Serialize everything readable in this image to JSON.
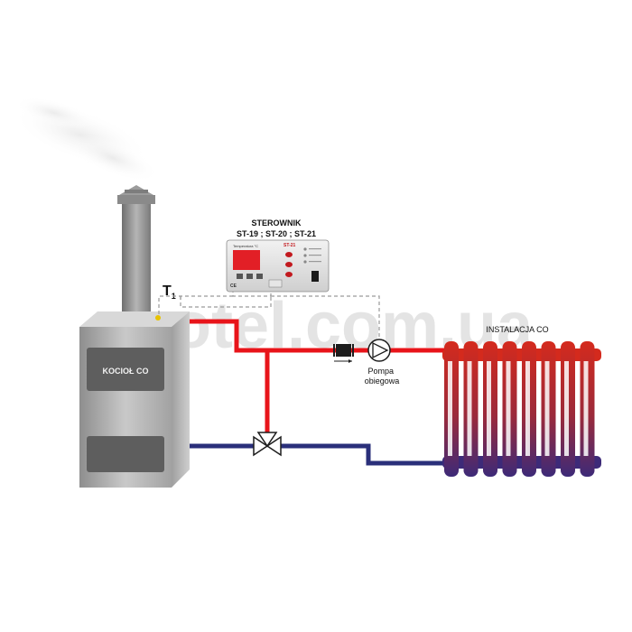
{
  "watermark": "vkotel.com.ua",
  "controller": {
    "title_line1": "STEROWNIK",
    "title_line2": "ST-19 ; ST-20 ; ST-21",
    "display_label": "Temperatura °C",
    "model_badge": "ST-21",
    "ce_mark": "CE"
  },
  "boiler": {
    "label": "KOCIOŁ CO"
  },
  "sensor": {
    "label": "T",
    "subscript": "1"
  },
  "pump": {
    "label_line1": "Pompa",
    "label_line2": "obiegowa"
  },
  "installation": {
    "label": "INSTALACJA CO"
  },
  "colors": {
    "supply_pipe": "#e8141a",
    "return_pipe": "#2a2f7a",
    "boiler_body": "#a9a9a9",
    "boiler_panel": "#5e5e5e",
    "radiator_top": "#d42a1d",
    "radiator_bottom": "#3d2a78",
    "watermark": "#dcdcdc",
    "controller_display": "#e21f26",
    "wire": "#9a9a9a"
  },
  "icons": [
    "chimney-icon",
    "pump-icon",
    "check-valve-icon",
    "three-way-valve-icon",
    "temperature-sensor-icon"
  ]
}
